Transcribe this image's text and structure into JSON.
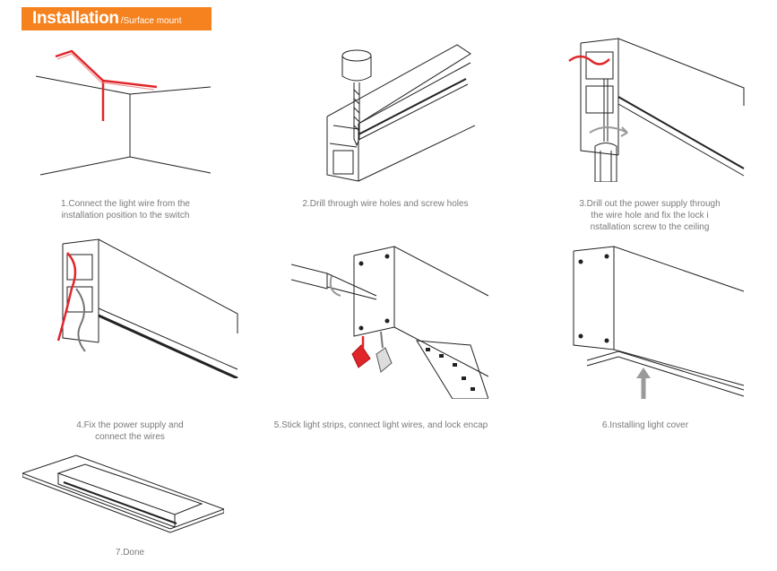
{
  "header": {
    "title": "Installation",
    "subtitle": "/Surface mount",
    "color": "#f5821f"
  },
  "steps": [
    {
      "caption_lines": [
        "1.Connect the light wire from the",
        "installation position to the switch"
      ]
    },
    {
      "caption_lines": [
        "2.Drill through wire holes and screw holes"
      ]
    },
    {
      "caption_lines": [
        "3.Drill out the power supply through",
        "the wire hole and fix the lock i",
        "nstallation screw to the ceiling"
      ]
    },
    {
      "caption_lines": [
        "4.Fix the power supply and",
        "connect the wires"
      ]
    },
    {
      "caption_lines": [
        "5.Stick light strips, connect light wires, and lock encap"
      ]
    },
    {
      "caption_lines": [
        "6.Installing light cover"
      ]
    },
    {
      "caption_lines": [
        "7.Done"
      ]
    }
  ],
  "colors": {
    "wire": "#e0262b",
    "line": "#222222",
    "caption": "#7a7a7a",
    "arrow": "#9a9a9a"
  }
}
